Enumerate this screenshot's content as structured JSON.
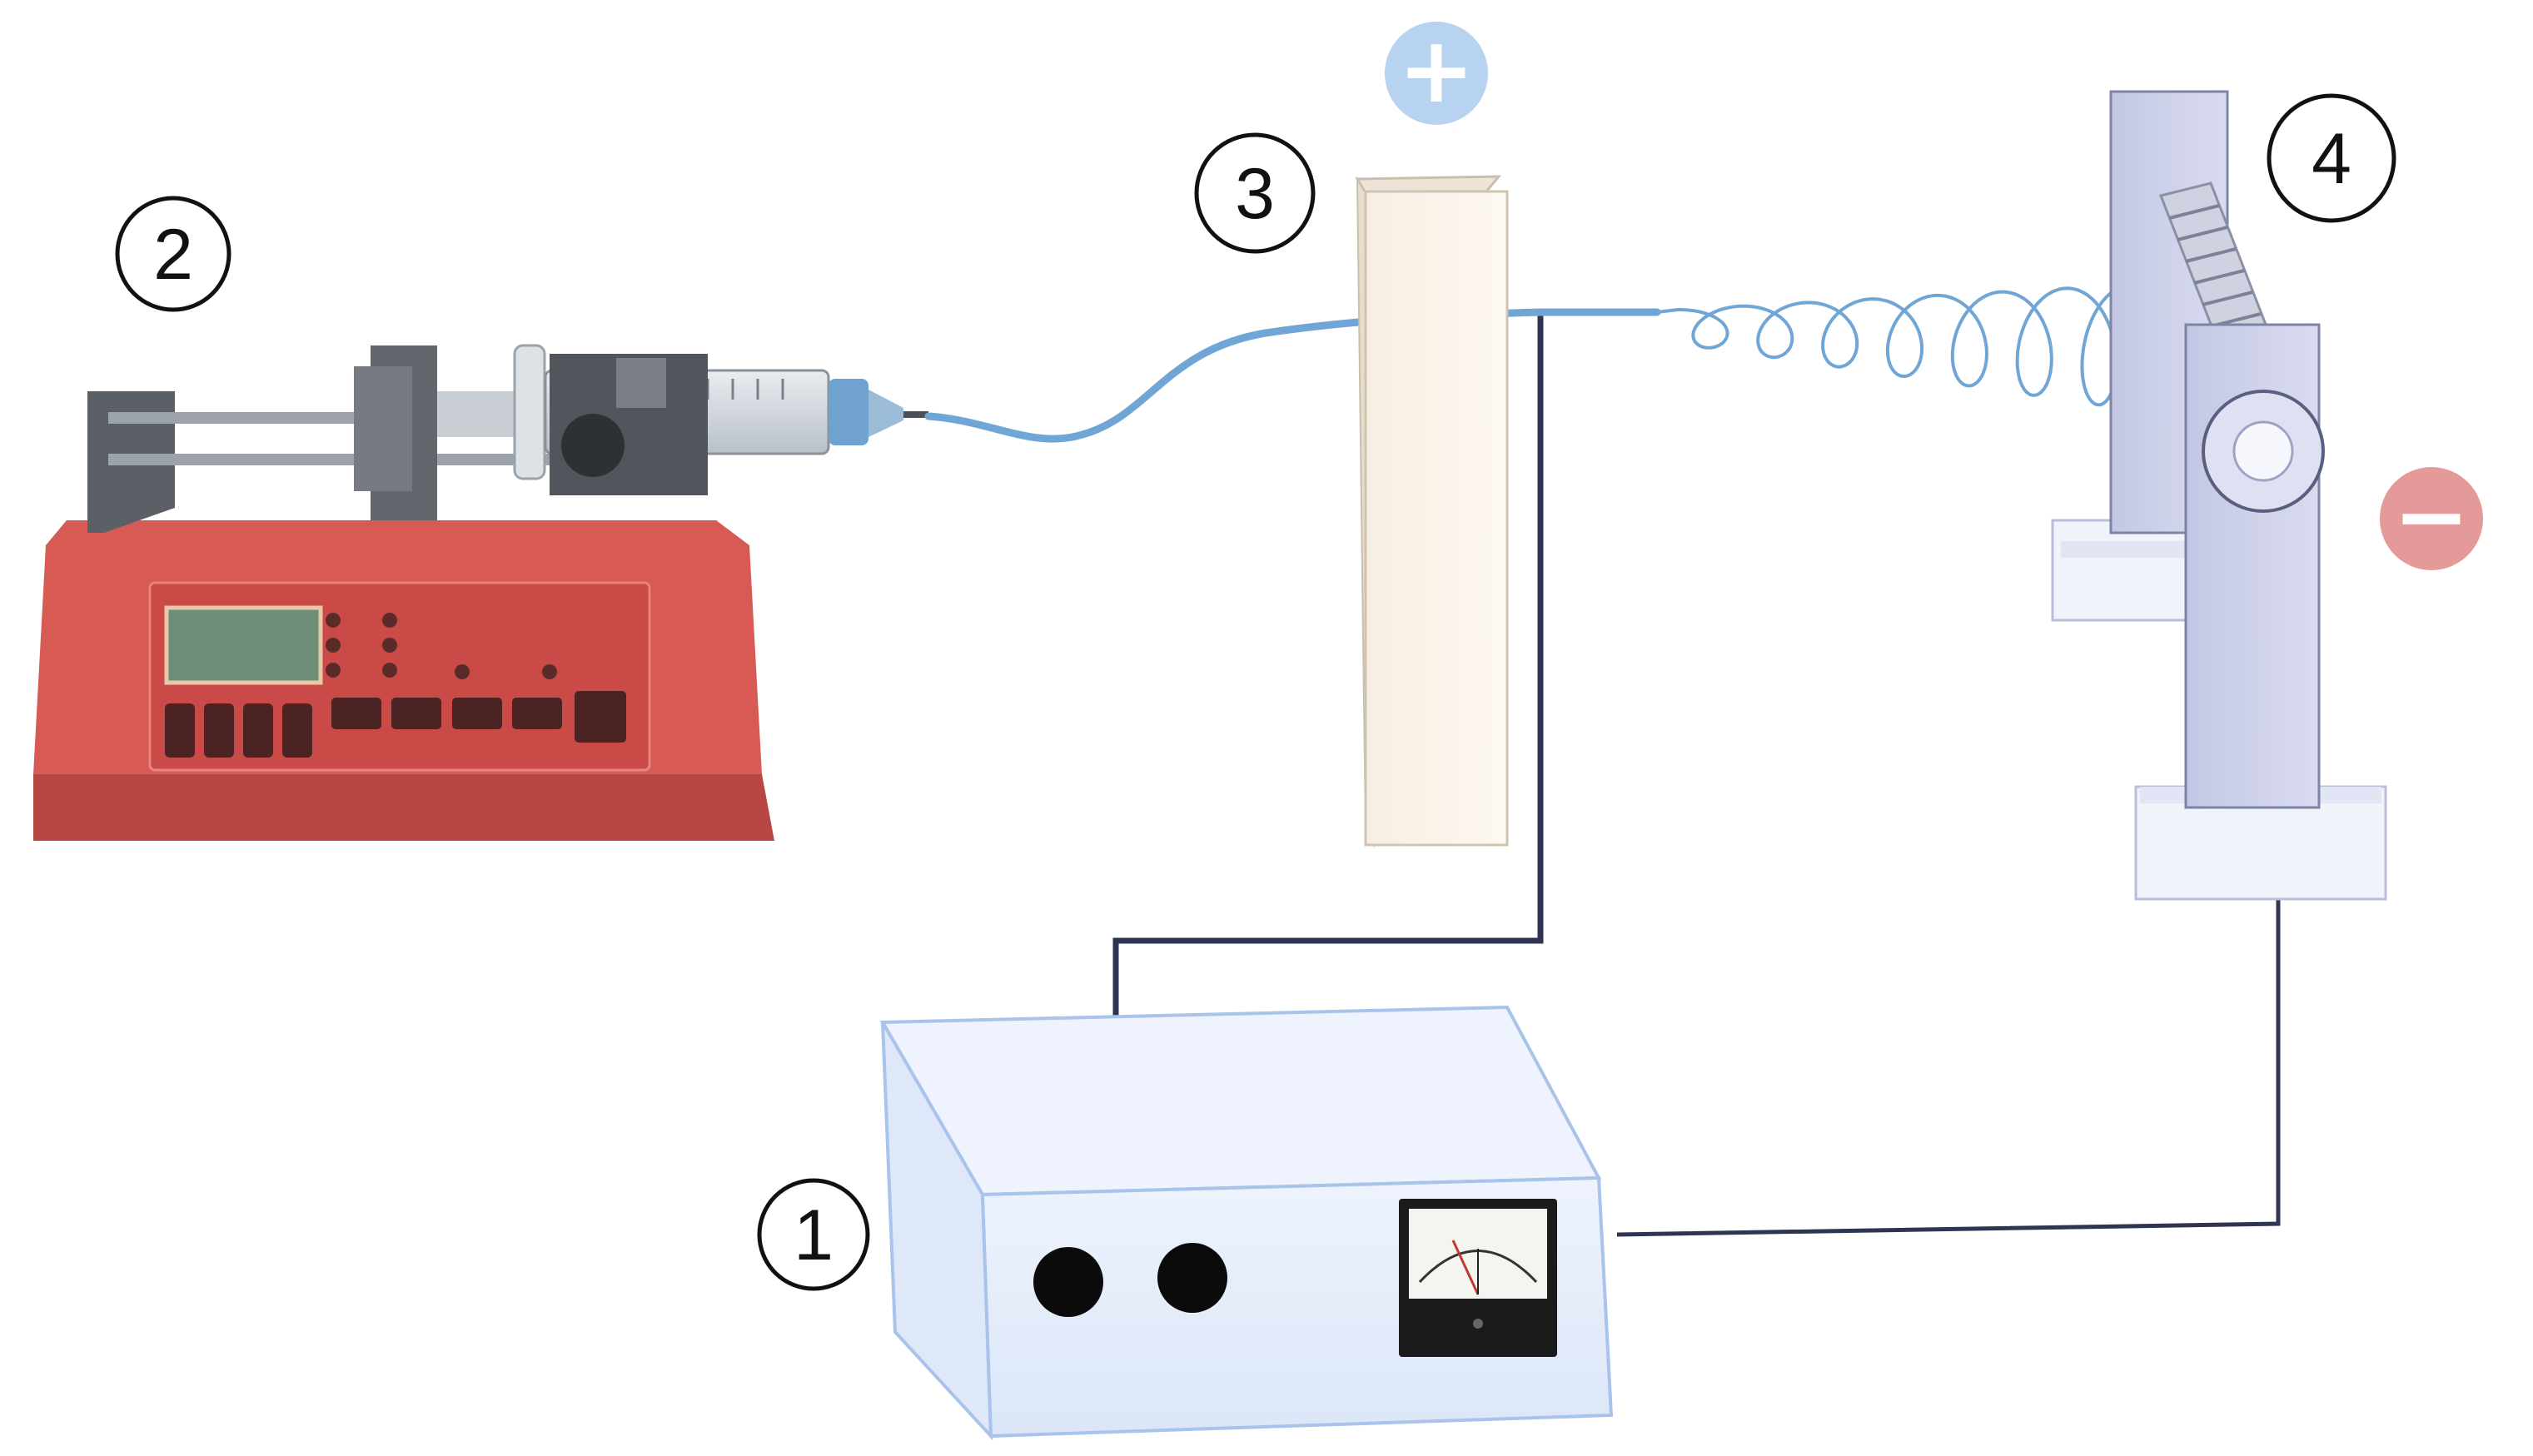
{
  "labels": {
    "power_supply": "1",
    "syringe_pump": "2",
    "collector_plate": "3",
    "rotating_collector": "4"
  },
  "polarity": {
    "positive": "+",
    "negative": "−"
  },
  "colors": {
    "pump_body": "#d9534f",
    "fiber_jet": "#6fa6d6",
    "positive_badge": "#b7d3ef",
    "negative_badge": "#e49a98",
    "power_box": "#e6eefb",
    "collector_stand": "#c9cde8"
  }
}
